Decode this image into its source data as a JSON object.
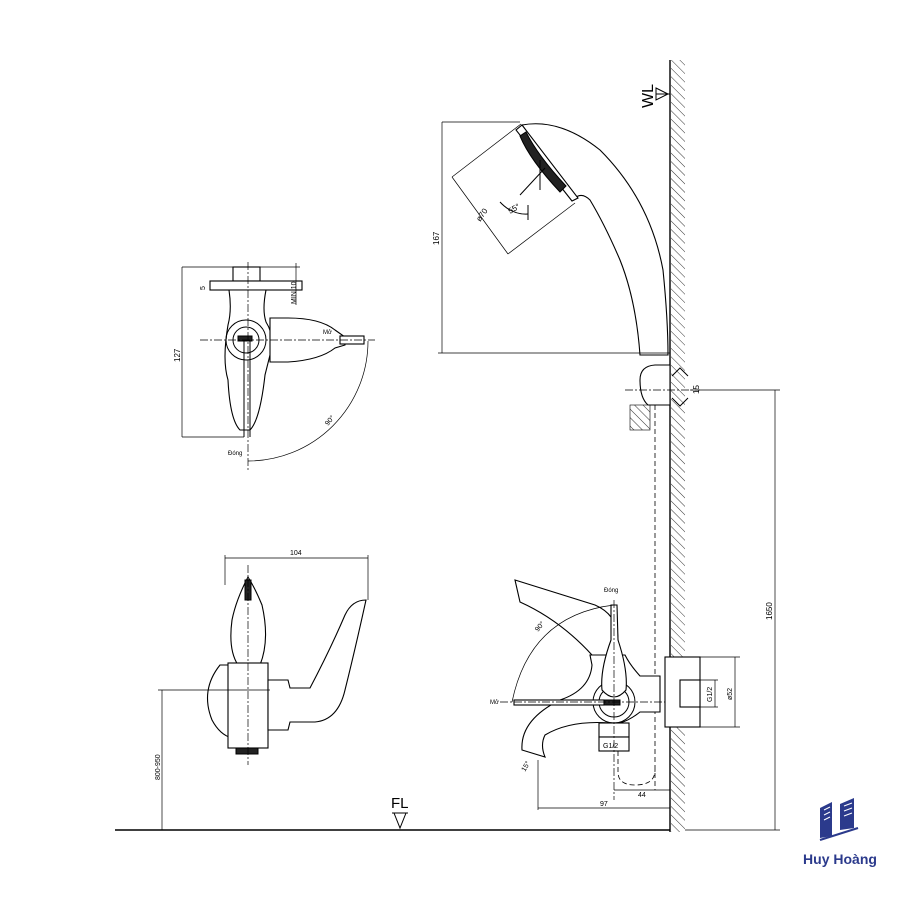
{
  "top_view": {
    "dim_flange": "5",
    "dim_min": "MIN 10",
    "dim_height": "127",
    "label_open": "Mở",
    "label_close": "Đóng",
    "angle": "90°"
  },
  "shower": {
    "dim_height": "167",
    "dim_diameter": "ø70",
    "angle": "55°",
    "wall_level": "WL",
    "dim_holder": "15"
  },
  "side_view": {
    "dim_width": "104",
    "dim_install_height": "800-950",
    "floor_level": "FL"
  },
  "front_view": {
    "label_close": "Đóng",
    "label_open": "Mở",
    "angle": "90°",
    "thread_outlet": "G1/2",
    "thread_inlet": "G1/2",
    "dim_flange": "ø52",
    "spout_angle": "15°",
    "dim_44": "44",
    "dim_97": "97",
    "dim_holder_height": "1650"
  },
  "logo": {
    "name": "Huy Hoàng",
    "color": "#2b3a8c"
  }
}
